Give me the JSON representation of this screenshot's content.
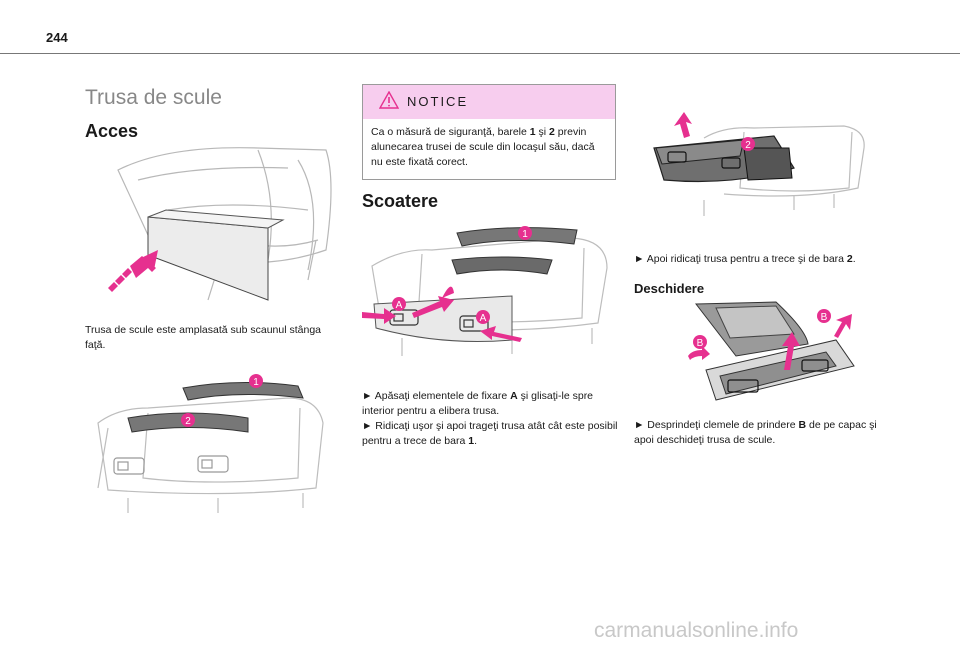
{
  "page": {
    "number": "244",
    "section_title": "Trusa de scule"
  },
  "acces": {
    "heading": "Acces",
    "text": "Trusa de scule este amplasată sub scaunul stânga faţă."
  },
  "notice": {
    "title": "NOTICE",
    "text_1": "Ca o măsură de siguranţă, barele ",
    "bar_1": "1",
    "text_2": " şi ",
    "bar_2": "2",
    "text_3": " previn alunecarea trusei de scule din locaşul său, dacă nu este fixată corect."
  },
  "scoatere": {
    "heading": "Scoatere",
    "step1_a": "► Apăsaţi elementele de fixare ",
    "step1_key": "A",
    "step1_b": " şi glisaţi-le spre interior pentru a elibera trusa.",
    "step2_a": "► Ridicaţi uşor şi apoi trageţi trusa atât cât este posibil pentru a trece de bara ",
    "step2_key": "1",
    "step2_b": ".",
    "step3_a": "► Apoi ridicaţi trusa pentru a trece şi de bara ",
    "step3_key": "2",
    "step3_b": "."
  },
  "deschidere": {
    "heading": "Deschidere",
    "step_a": "► Desprindeţi clemele de prindere ",
    "step_key": "B",
    "step_b": " de pe capac şi apoi deschideţi trusa de scule."
  },
  "callouts": {
    "one": "1",
    "two": "2",
    "a": "A",
    "b": "B"
  },
  "colors": {
    "accent_pink": "#e6308f",
    "notice_bg": "#f7cdee",
    "line_gray": "#9a9a9a"
  },
  "watermark": "carmanualsonline.info"
}
